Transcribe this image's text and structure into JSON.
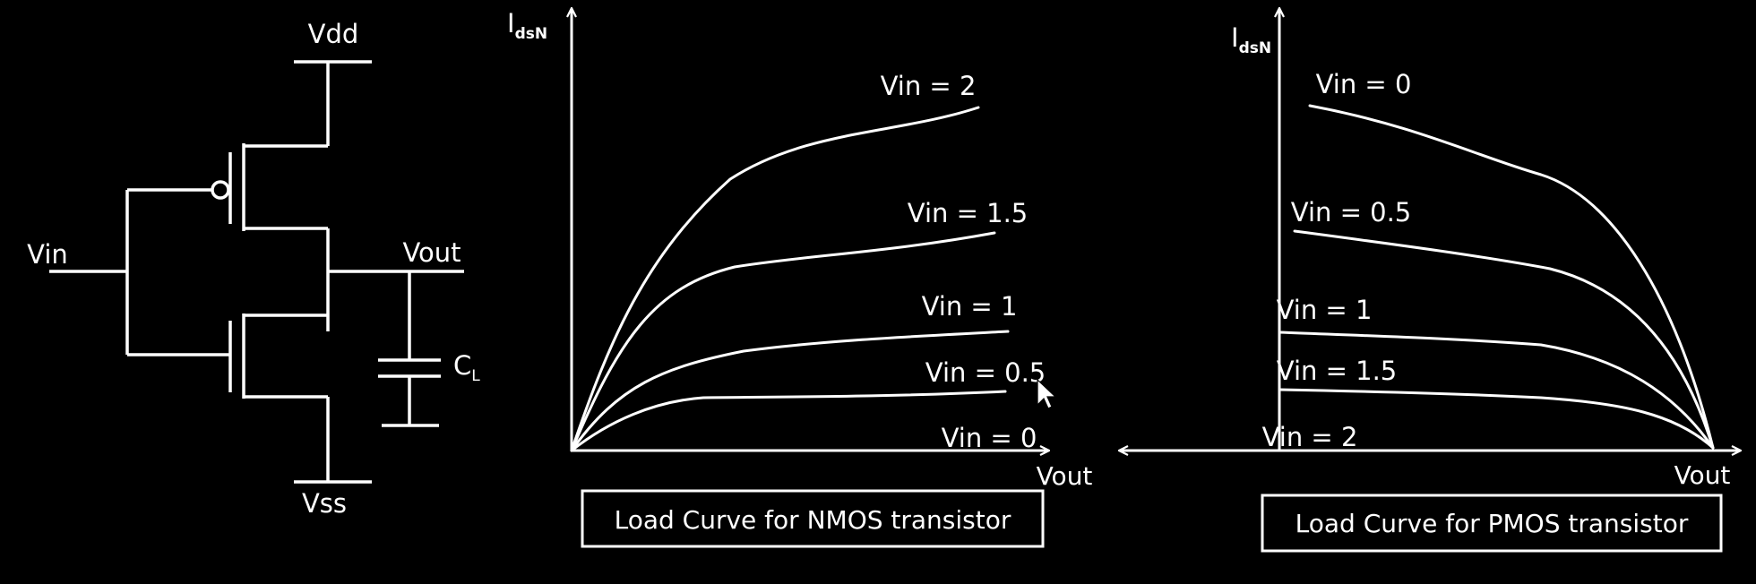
{
  "circuit": {
    "vdd": "Vdd",
    "vss": "Vss",
    "vin": "Vin",
    "vout": "Vout",
    "cap_letter": "C",
    "cap_subscript": "L"
  },
  "nmos_plot": {
    "y_axis_main": "I",
    "y_axis_sub": "dsN",
    "x_axis": "Vout",
    "caption": "Load Curve for NMOS transistor",
    "curve_labels": [
      "Vin = 2",
      "Vin = 1.5",
      "Vin = 1",
      "Vin = 0.5",
      "Vin = 0"
    ]
  },
  "pmos_plot": {
    "y_axis_main": "I",
    "y_axis_sub": "dsN",
    "x_axis": "Vout",
    "caption": "Load Curve for PMOS transistor",
    "curve_labels": [
      "Vin = 0",
      "Vin = 0.5",
      "Vin = 1",
      "Vin = 1.5",
      "Vin = 2"
    ]
  },
  "colors": {
    "background": "#000000",
    "ink": "#ffffff"
  }
}
